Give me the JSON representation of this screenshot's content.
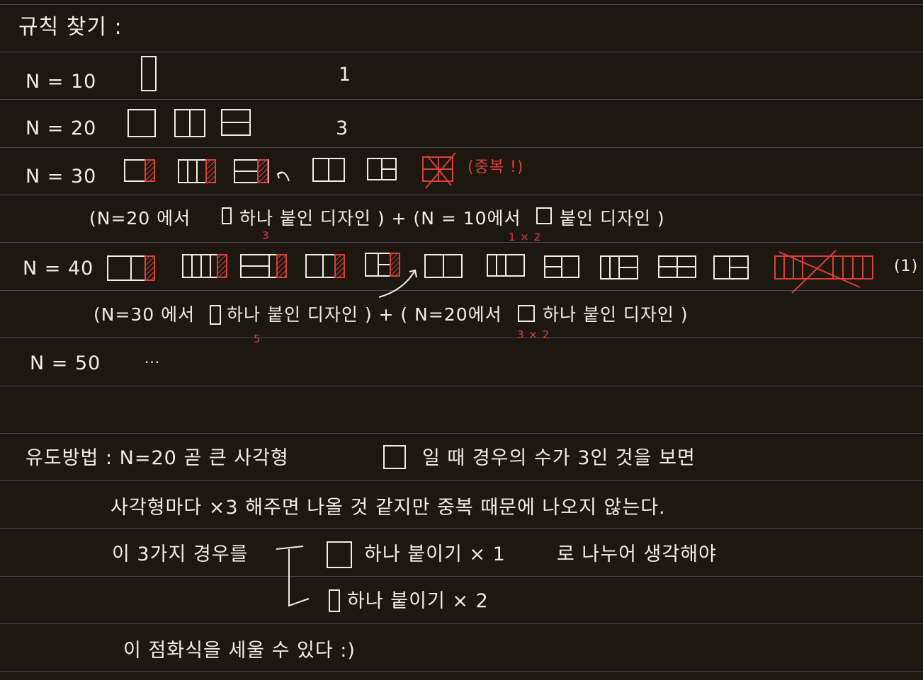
{
  "title": "규칙 찾기 :",
  "rows": [
    {
      "label": "N = 10",
      "count": "1"
    },
    {
      "label": "N = 20",
      "count": "3"
    },
    {
      "label": "N = 30",
      "note": "(중복 !)"
    },
    {
      "label": "N = 40",
      "note": "(1)"
    },
    {
      "label": "N = 50",
      "value": "..."
    }
  ],
  "explain_30": {
    "left": "(N=20 에서",
    "left_tail": "하나 붙인 디자인 ) + (N = 10에서",
    "right_tail": "붙인 디자인 )",
    "mult_left": "3",
    "mult_right": "1 × 2"
  },
  "explain_40": {
    "left": "(N=30 에서",
    "left_tail": "하나 붙인 디자인 ) + ( N=20에서",
    "right_tail": "하나 붙인 디자인 )",
    "mult_left": "5",
    "mult_right": "3 × 2"
  },
  "derivation": {
    "line1_a": "유도방법 :  N=20 곧 큰 사각형",
    "line1_b": "일 때  경우의 수가  3인 것을  보면",
    "line2": "사각형마다  ×3 해주면  나올 것 같지만  중복 때문에  나오지 않는다.",
    "line3_a": "이 3가지 경우를",
    "line3_b": "하나  붙이기  × 1",
    "line3_c": "로  나누어  생각해야",
    "line4": "하나  붙이기  × 2",
    "line5": "이 점화식을  세울 수  있다  :)"
  },
  "colors": {
    "ink": "#f2ede4",
    "accent": "#d8403a",
    "paper": "#1e1710",
    "rule": "#3d4a5e"
  }
}
